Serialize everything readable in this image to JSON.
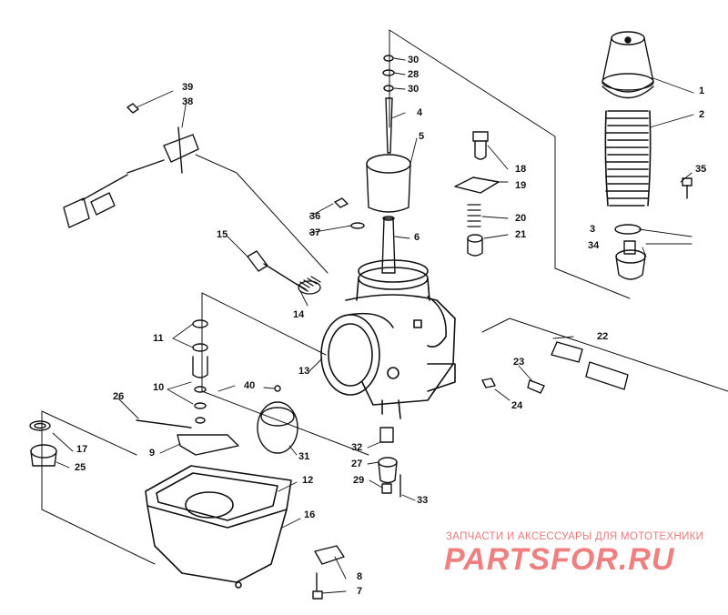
{
  "diagram": {
    "labels": [
      {
        "id": "1",
        "text": "1"
      },
      {
        "id": "2",
        "text": "2"
      },
      {
        "id": "3",
        "text": "3"
      },
      {
        "id": "4",
        "text": "4"
      },
      {
        "id": "5",
        "text": "5"
      },
      {
        "id": "6",
        "text": "6"
      },
      {
        "id": "7",
        "text": "7"
      },
      {
        "id": "8",
        "text": "8"
      },
      {
        "id": "9",
        "text": "9"
      },
      {
        "id": "10",
        "text": "10"
      },
      {
        "id": "11",
        "text": "11"
      },
      {
        "id": "12",
        "text": "12"
      },
      {
        "id": "13",
        "text": "13"
      },
      {
        "id": "14",
        "text": "14"
      },
      {
        "id": "15",
        "text": "15"
      },
      {
        "id": "16",
        "text": "16"
      },
      {
        "id": "17",
        "text": "17"
      },
      {
        "id": "18",
        "text": "18"
      },
      {
        "id": "19",
        "text": "19"
      },
      {
        "id": "20",
        "text": "20"
      },
      {
        "id": "21",
        "text": "21"
      },
      {
        "id": "22",
        "text": "22"
      },
      {
        "id": "23",
        "text": "23"
      },
      {
        "id": "24",
        "text": "24"
      },
      {
        "id": "25",
        "text": "25"
      },
      {
        "id": "26",
        "text": "26"
      },
      {
        "id": "27",
        "text": "27"
      },
      {
        "id": "28",
        "text": "28"
      },
      {
        "id": "29",
        "text": "29"
      },
      {
        "id": "30a",
        "text": "30"
      },
      {
        "id": "30b",
        "text": "30"
      },
      {
        "id": "31",
        "text": "31"
      },
      {
        "id": "32",
        "text": "32"
      },
      {
        "id": "33",
        "text": "33"
      },
      {
        "id": "34",
        "text": "34"
      },
      {
        "id": "35",
        "text": "35"
      },
      {
        "id": "36",
        "text": "36"
      },
      {
        "id": "37",
        "text": "37"
      },
      {
        "id": "38",
        "text": "38"
      },
      {
        "id": "39",
        "text": "39"
      },
      {
        "id": "40",
        "text": "40"
      }
    ]
  },
  "watermark": {
    "caption": "ЗАПЧАСТИ И АКСЕССУАРЫ ДЛЯ МОТОТЕХНИКИ",
    "logo_text": "PARTSFOR.RU",
    "color": "#f07f7f"
  }
}
